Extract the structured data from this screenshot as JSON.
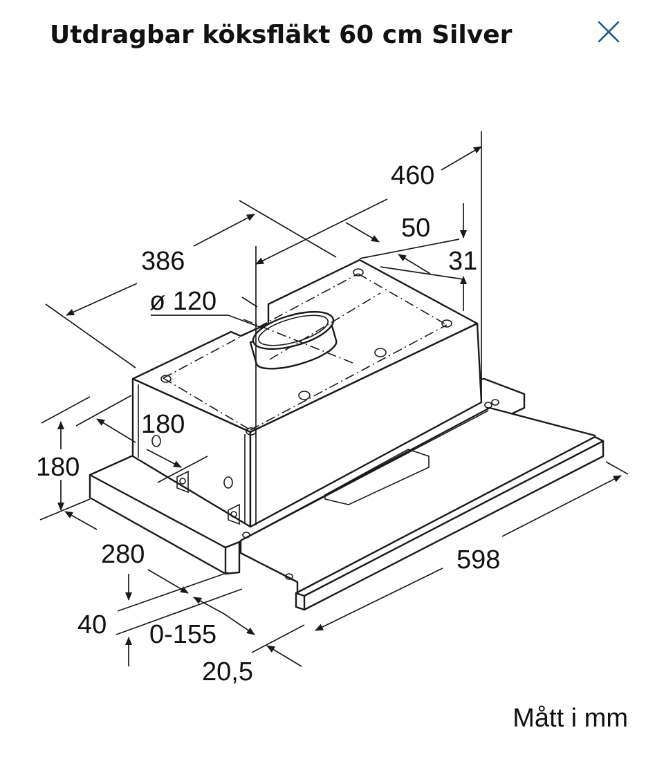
{
  "header": {
    "title": "Utdragbar köksfläkt 60 cm Silver",
    "close_icon": "close-icon",
    "accent_color": "#1f5a8c"
  },
  "diagram": {
    "dimensions": {
      "depth_total": "460",
      "width_canopy": "386",
      "duct_diameter": "ø 120",
      "offset_50": "50",
      "offset_31": "31",
      "canopy_height": "180",
      "total_height": "180",
      "depth_base": "280",
      "front_40": "40",
      "extension": "0-155",
      "front_20_5": "20,5",
      "width_total": "598"
    },
    "units_note": "Mått i mm"
  }
}
